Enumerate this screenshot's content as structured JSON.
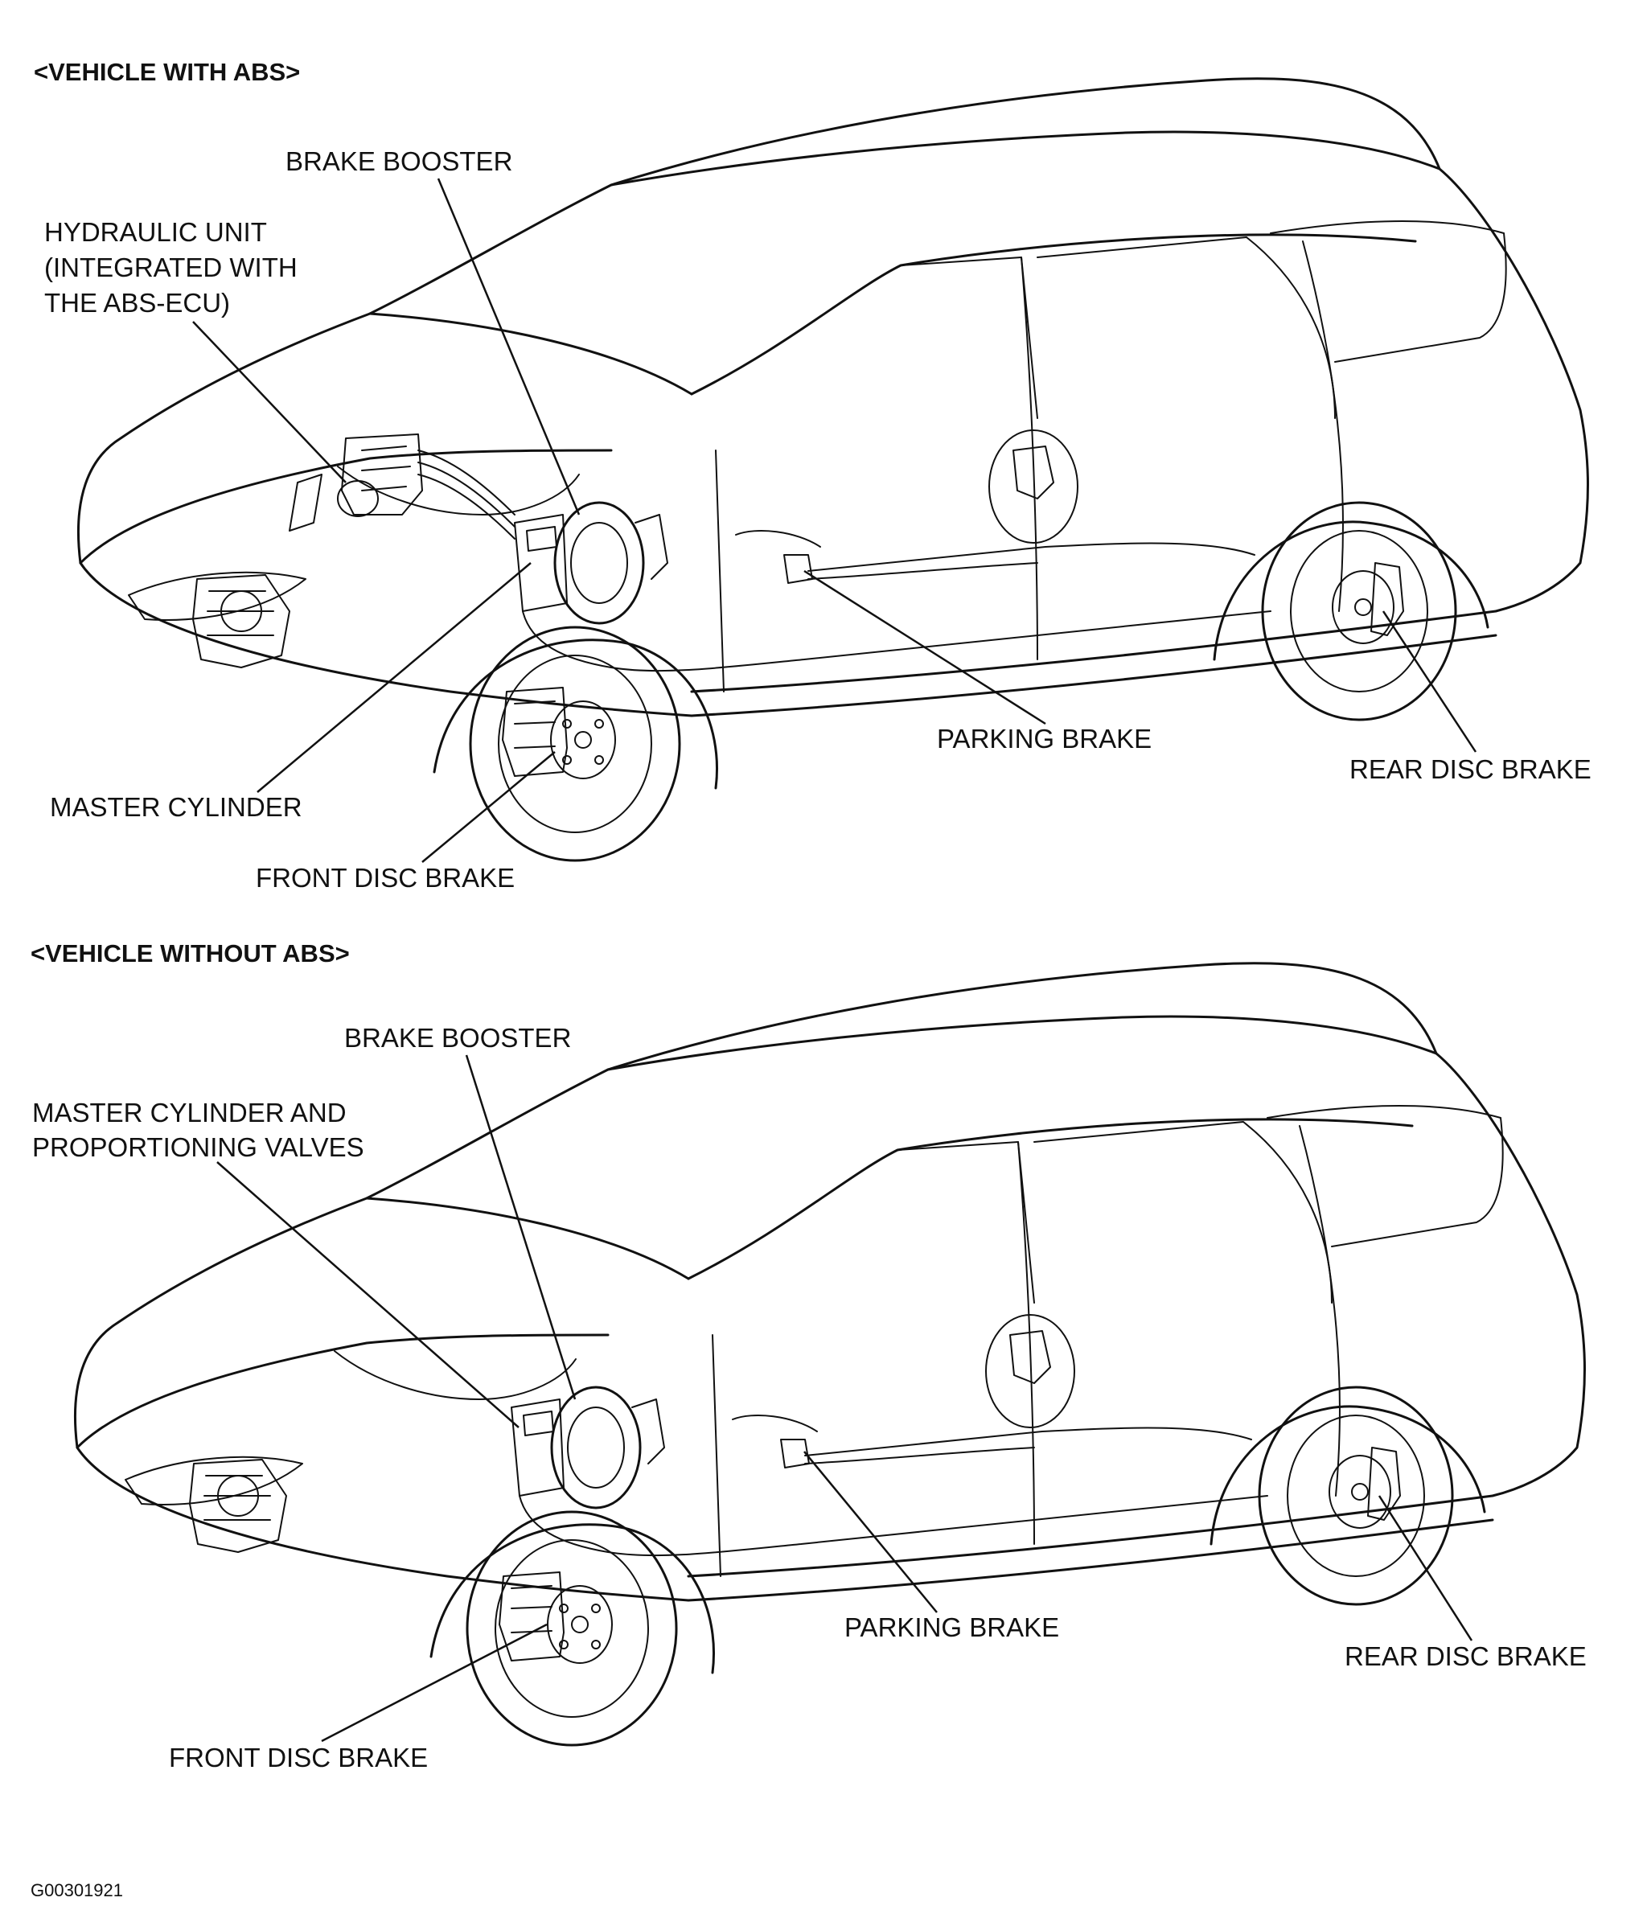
{
  "diagrams": [
    {
      "heading": "<VEHICLE WITH ABS>",
      "labels": {
        "brake_booster": "BRAKE BOOSTER",
        "hydraulic_unit_line1": "HYDRAULIC UNIT",
        "hydraulic_unit_line2": "(INTEGRATED WITH",
        "hydraulic_unit_line3": "THE ABS-ECU)",
        "master_cylinder": "MASTER CYLINDER",
        "front_disc_brake": "FRONT DISC BRAKE",
        "parking_brake": "PARKING BRAKE",
        "rear_disc_brake": "REAR DISC BRAKE"
      }
    },
    {
      "heading": "<VEHICLE WITHOUT ABS>",
      "labels": {
        "brake_booster": "BRAKE BOOSTER",
        "master_cylinder_line1": "MASTER CYLINDER AND",
        "master_cylinder_line2": "PROPORTIONING VALVES",
        "front_disc_brake": "FRONT DISC BRAKE",
        "parking_brake": "PARKING BRAKE",
        "rear_disc_brake": "REAR DISC BRAKE"
      }
    }
  ],
  "figure_id": "G00301921"
}
